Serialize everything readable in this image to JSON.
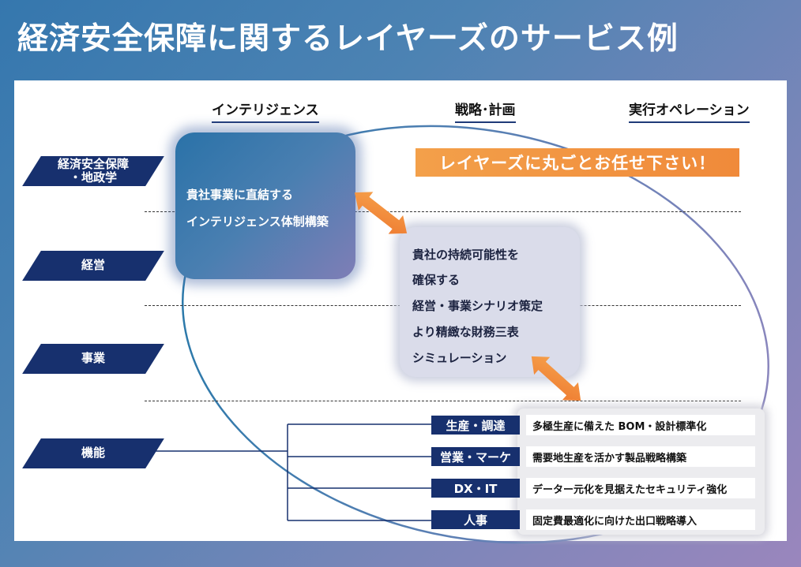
{
  "title": "経済安全保障に関するレイヤーズのサービス例",
  "columns": {
    "intelligence": "インテリジェンス",
    "strategy": "戦略･計画",
    "execution": "実行オペレーション"
  },
  "rows": {
    "econ_security": "経済安全保障\n・地政学",
    "management": "経営",
    "business": "事業",
    "function": "機能"
  },
  "banner": "レイヤーズに丸ごとお任せ下さい！",
  "intel_box": {
    "line1": "貴社事業に直結する",
    "line2": "インテリジェンス体制構築"
  },
  "strategy_box": {
    "line1": "貴社の持続可能性を",
    "line2": "確保する",
    "line3": "経営・事業シナリオ策定",
    "line4": "より精緻な財務三表",
    "line5": "シミュレーション"
  },
  "functions": [
    {
      "label": "生産・調達",
      "desc": "多極生産に備えた BOM・設計標準化"
    },
    {
      "label": "営業・マーケ",
      "desc": "需要地生産を活かす製品戦略構築"
    },
    {
      "label": "DX・IT",
      "desc": "データー元化を見据えたセキュリティ強化"
    },
    {
      "label": "人事",
      "desc": "固定費最適化に向けた出口戦略導入"
    }
  ],
  "colors": {
    "navy": "#17306e",
    "orange": "#f08a3a"
  }
}
